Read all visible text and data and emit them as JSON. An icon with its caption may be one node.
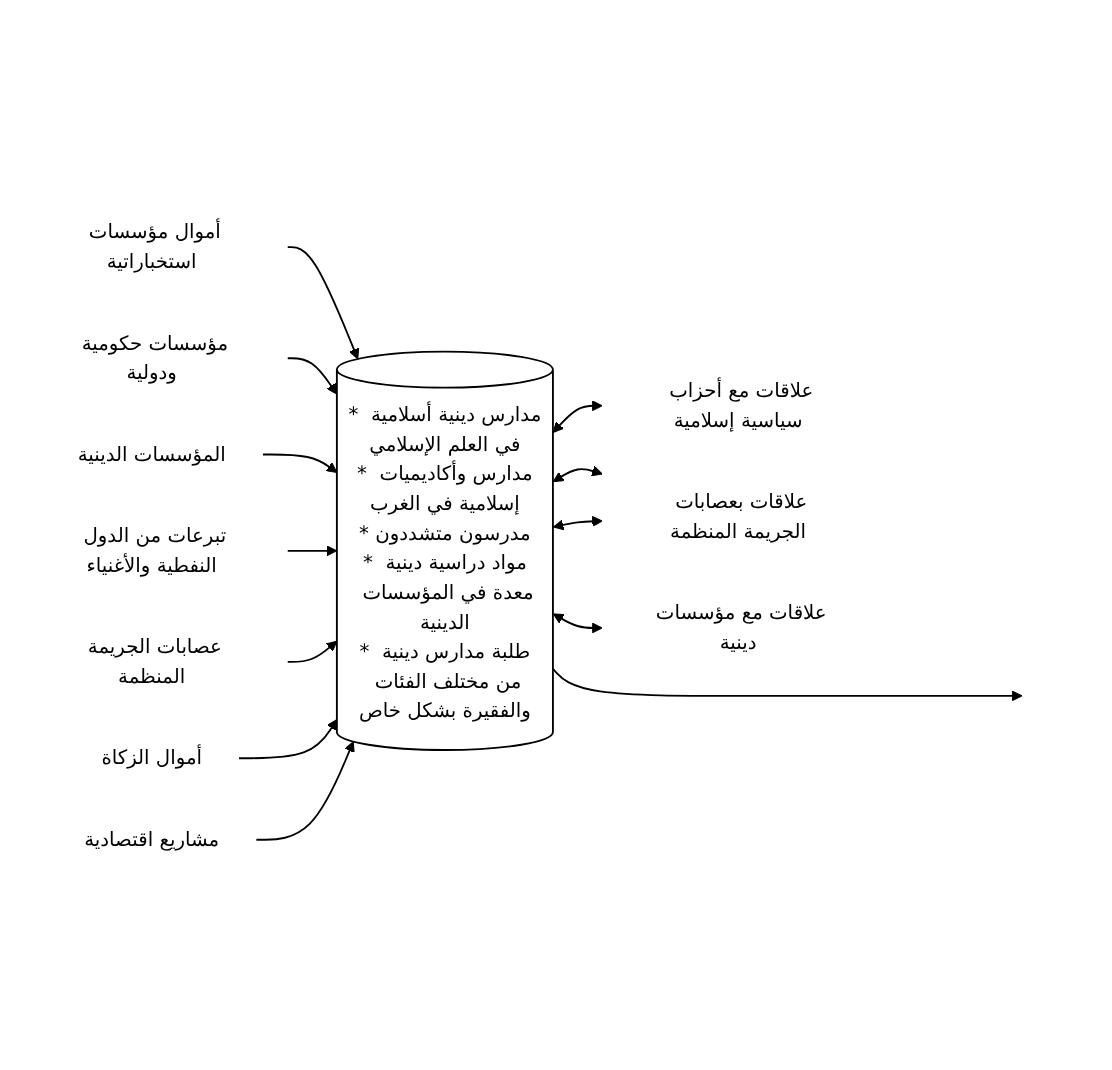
{
  "diagram": {
    "nodes": [
      {
        "text": [
          "أموال مؤسسات استخباراتية"
        ]
      },
      {
        "text": [
          "مؤسسات حكومية ودولية"
        ]
      },
      {
        "text": [
          "المؤسسات الدينية"
        ]
      },
      {
        "text": [
          "تبرعات من الدول النفطية والأغنياء"
        ]
      },
      {
        "text": [
          "عصابات الجريمة المنظمة"
        ]
      },
      {
        "text": [
          "أموال الزكاة"
        ]
      },
      {
        "text": [
          "مشاريع اقتصادية"
        ]
      },
      {
        "text": [
          "* مدارس دينية أسلامية في العلم الإسلامي",
          "* مدارس وأكاديميات إسلامية في الغرب",
          "* مدرسون متشددون",
          "* مواد دراسية دينية معدة في المؤسسات الدينية",
          "* طلبة مدارس دينية من مختلف الفئات والفقيرة بشكل خاص"
        ]
      },
      {
        "text": [
          "علاقات مع أحزاب سياسية إسلامية"
        ]
      },
      {
        "text": [
          "علاقات بعصابات الجريمة المنظمة"
        ]
      },
      {
        "text": [
          "علاقات مع مؤسسات دينية"
        ]
      }
    ],
    "edges": [
      {
        "from": 0,
        "to": 7,
        "arrow": "to"
      },
      {
        "from": 1,
        "to": 7,
        "arrow": "to"
      },
      {
        "from": 2,
        "to": 7,
        "arrow": "to"
      },
      {
        "from": 3,
        "to": 7,
        "arrow": "to"
      },
      {
        "from": 4,
        "to": 7,
        "arrow": "to"
      },
      {
        "from": 5,
        "to": 7,
        "arrow": "to"
      },
      {
        "from": 6,
        "to": 7,
        "arrow": "to"
      },
      {
        "from": 7,
        "to": 8,
        "arrow": "both"
      },
      {
        "from": 7,
        "to": 9,
        "arrow": "both"
      },
      {
        "from": 7,
        "to": 10,
        "arrow": "both"
      },
      {
        "from": 7,
        "to": 9,
        "arrow": "both"
      },
      {
        "from": 7,
        "to": null,
        "arrow": "to"
      }
    ]
  }
}
